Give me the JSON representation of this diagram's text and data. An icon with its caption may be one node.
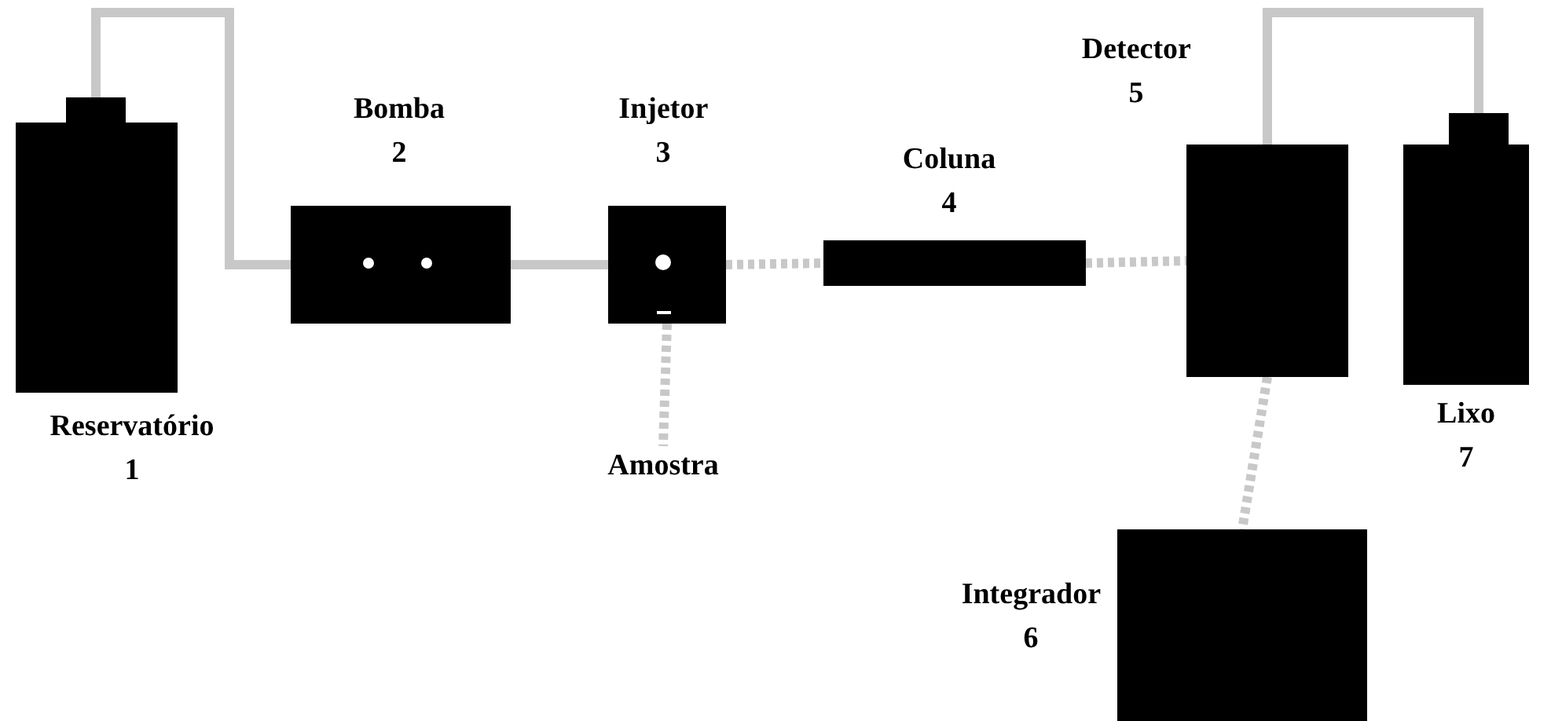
{
  "diagram": {
    "nodes": [
      {
        "text": [
          "Reservatório 1"
        ]
      },
      {
        "text": [
          "Bomba 2"
        ]
      },
      {
        "text": [
          "Injetor 3"
        ]
      },
      {
        "text": [
          "Coluna 4"
        ]
      },
      {
        "text": [
          "Detector 5"
        ]
      },
      {
        "text": [
          "Lixo 7"
        ]
      },
      {
        "text": [
          "Amostra"
        ]
      },
      {
        "text": [
          "Integrador 6"
        ]
      }
    ],
    "edges": [
      {
        "from": 0,
        "to": 1,
        "arrow": "none"
      },
      {
        "from": 1,
        "to": 2,
        "arrow": "none"
      },
      {
        "from": 2,
        "to": 3,
        "arrow": "none",
        "style": "dashed"
      },
      {
        "from": 3,
        "to": 4,
        "arrow": "none",
        "style": "dashed"
      },
      {
        "from": 4,
        "to": 5,
        "arrow": "none"
      },
      {
        "from": 2,
        "to": 6,
        "arrow": "none",
        "style": "dashed"
      },
      {
        "from": 4,
        "to": 7,
        "arrow": "none",
        "style": "dashed"
      }
    ]
  }
}
